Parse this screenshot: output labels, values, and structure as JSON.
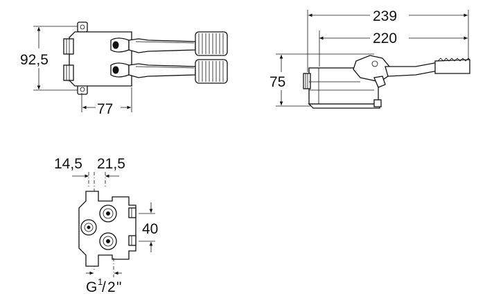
{
  "dimensions": {
    "top_view_height": "92,5",
    "top_view_depth": "77",
    "side_overall_length": "239",
    "side_length": "220",
    "side_height": "75",
    "front_offset_left": "14,5",
    "front_offset_right": "21,5",
    "front_center_distance": "40",
    "thread_prefix": "G",
    "thread_num": "1",
    "thread_den": "2",
    "thread_suffix": "\""
  }
}
